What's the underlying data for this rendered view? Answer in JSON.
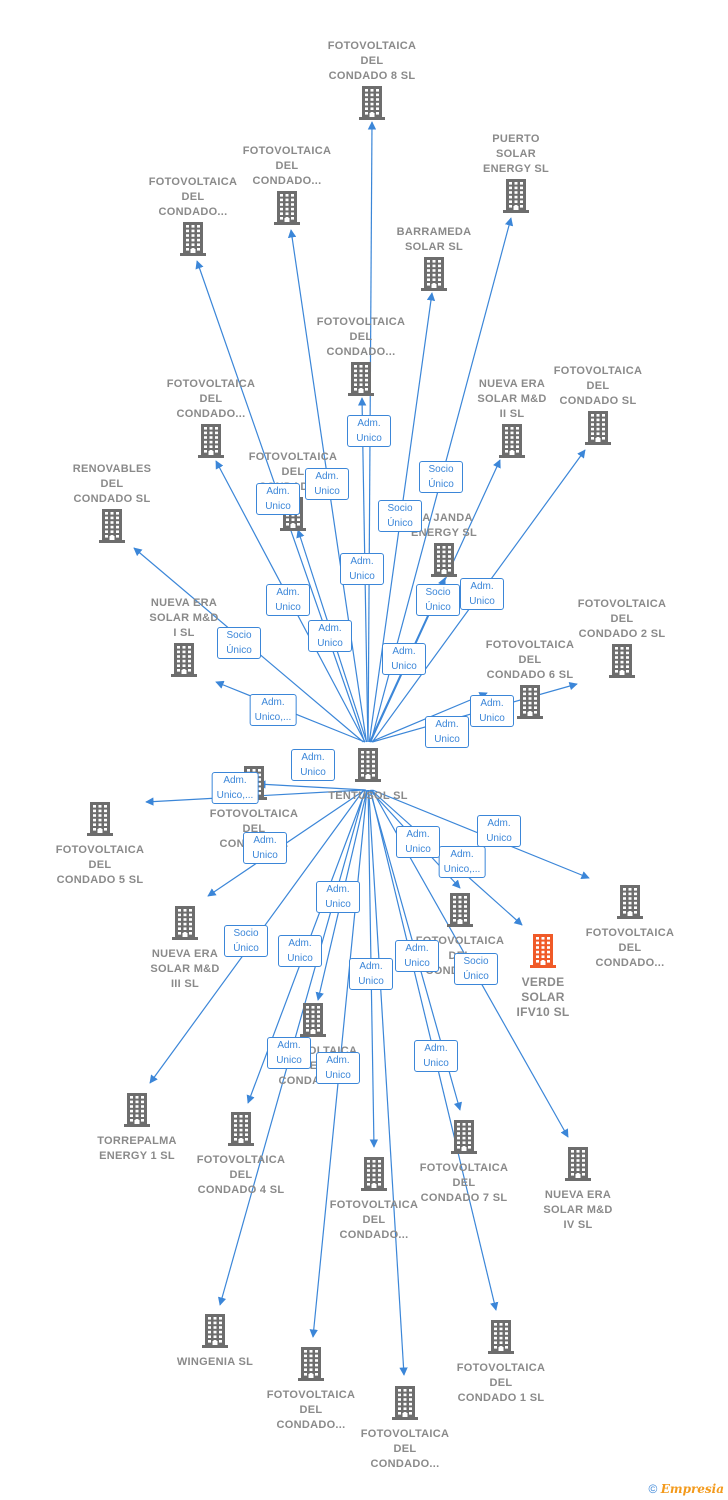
{
  "colors": {
    "edge": "#3b86d8",
    "building": "#6d6d6d",
    "building_target": "#f05a28",
    "label": "#8a8a8a"
  },
  "center": {
    "name": "TENTUSOL SL",
    "icon": "building-icon"
  },
  "nodes": [
    {
      "id": "n1",
      "name": "FOTOVOLTAICA\nDEL\nCONDADO 8 SL"
    },
    {
      "id": "n2",
      "name": "FOTOVOLTAICA\nDEL\nCONDADO..."
    },
    {
      "id": "n3",
      "name": "FOTOVOLTAICA\nDEL\nCONDADO..."
    },
    {
      "id": "n4",
      "name": "PUERTO\nSOLAR\nENERGY SL"
    },
    {
      "id": "n5",
      "name": "BARRAMEDA\nSOLAR SL"
    },
    {
      "id": "n6",
      "name": "FOTOVOLTAICA\nDEL\nCONDADO..."
    },
    {
      "id": "n7",
      "name": "FOTOVOLTAICA\nDEL\nCONDADO..."
    },
    {
      "id": "n8",
      "name": "NUEVA ERA\nSOLAR M&D\nII SL"
    },
    {
      "id": "n9",
      "name": "FOTOVOLTAICA\nDEL\nCONDADO SL"
    },
    {
      "id": "n10",
      "name": "RENOVABLES\nDEL\nCONDADO SL"
    },
    {
      "id": "n11",
      "name": "FOTOVOLTAICA\nDEL\nCONDADO..."
    },
    {
      "id": "n12",
      "name": "LA JANDA\nENERGY SL"
    },
    {
      "id": "n13",
      "name": "NUEVA ERA\nSOLAR M&D\nI SL"
    },
    {
      "id": "n14",
      "name": "FOTOVOLTAICA\nDEL\nCONDADO 2 SL"
    },
    {
      "id": "n15",
      "name": "FOTOVOLTAICA\nDEL\nCONDADO 6 SL"
    },
    {
      "id": "n16",
      "name": "FOTOVOLTAICA\nDEL\nCONDADO 5 SL"
    },
    {
      "id": "n17",
      "name": "FOTOVOLTAICA\nDEL\nCONDADO..."
    },
    {
      "id": "n18",
      "name": "NUEVA ERA\nSOLAR M&D\nIII SL"
    },
    {
      "id": "n19",
      "name": "FOTOVOLTAICA\nDEL\nCONDADO..."
    },
    {
      "id": "n20",
      "name": "VERDE\nSOLAR\nIFV10 SL"
    },
    {
      "id": "n21",
      "name": "FOTOVOLTAICA\nDEL\nCONDADO..."
    },
    {
      "id": "n22",
      "name": "FOTOVOLTAICA\nDEL\nCONDADO..."
    },
    {
      "id": "n23",
      "name": "TORREPALMA\nENERGY 1 SL"
    },
    {
      "id": "n24",
      "name": "FOTOVOLTAICA\nDEL\nCONDADO 4 SL"
    },
    {
      "id": "n25",
      "name": "FOTOVOLTAICA\nDEL\nCONDADO..."
    },
    {
      "id": "n26",
      "name": "FOTOVOLTAICA\nDEL\nCONDADO 7 SL"
    },
    {
      "id": "n27",
      "name": "NUEVA ERA\nSOLAR M&D\nIV SL"
    },
    {
      "id": "n28",
      "name": "WINGENIA SL"
    },
    {
      "id": "n29",
      "name": "FOTOVOLTAICA\nDEL\nCONDADO..."
    },
    {
      "id": "n30",
      "name": "FOTOVOLTAICA\nDEL\nCONDADO 1 SL"
    },
    {
      "id": "n31",
      "name": "FOTOVOLTAICA\nDEL\nCONDADO..."
    }
  ],
  "badges": [
    {
      "id": "b1",
      "text": "Adm.\nUnico"
    },
    {
      "id": "b2",
      "text": "Adm.\nUnico"
    },
    {
      "id": "b3",
      "text": "Adm.\nUnico"
    },
    {
      "id": "b4",
      "text": "Socio\nÚnico"
    },
    {
      "id": "b5",
      "text": "Socio\nÚnico"
    },
    {
      "id": "b6",
      "text": "Adm.\nUnico"
    },
    {
      "id": "b7",
      "text": "Socio\nÚnico"
    },
    {
      "id": "b8",
      "text": "Adm.\nUnico"
    },
    {
      "id": "b9",
      "text": "Socio\nÚnico"
    },
    {
      "id": "b10",
      "text": "Adm.\nUnico"
    },
    {
      "id": "b11",
      "text": "Adm.\nUnico"
    },
    {
      "id": "b12",
      "text": "Adm.\nUnico,..."
    },
    {
      "id": "b13",
      "text": "Adm.\nUnico"
    },
    {
      "id": "b14",
      "text": "Adm.\nUnico"
    },
    {
      "id": "b15",
      "text": "Adm.\nUnico"
    },
    {
      "id": "b16",
      "text": "Adm.\nUnico"
    },
    {
      "id": "b17",
      "text": "Adm.\nUnico,..."
    },
    {
      "id": "b18",
      "text": "Adm.\nUnico"
    },
    {
      "id": "b19",
      "text": "Adm.\nUnico"
    },
    {
      "id": "b20",
      "text": "Adm.\nUnico,..."
    },
    {
      "id": "b21",
      "text": "Adm.\nUnico"
    },
    {
      "id": "b22",
      "text": "Socio\nÚnico"
    },
    {
      "id": "b23",
      "text": "Adm.\nUnico"
    },
    {
      "id": "b24",
      "text": "Adm.\nUnico"
    },
    {
      "id": "b25",
      "text": "Adm.\nUnico"
    },
    {
      "id": "b26",
      "text": "Socio\nÚnico"
    },
    {
      "id": "b27",
      "text": "Adm.\nUnico"
    },
    {
      "id": "b28",
      "text": "Adm.\nUnico"
    },
    {
      "id": "b29",
      "text": "Adm.\nUnico"
    },
    {
      "id": "b30",
      "text": "Adm.\nUnico"
    }
  ],
  "footer": {
    "copyright": "©",
    "brand": "Empresia"
  }
}
